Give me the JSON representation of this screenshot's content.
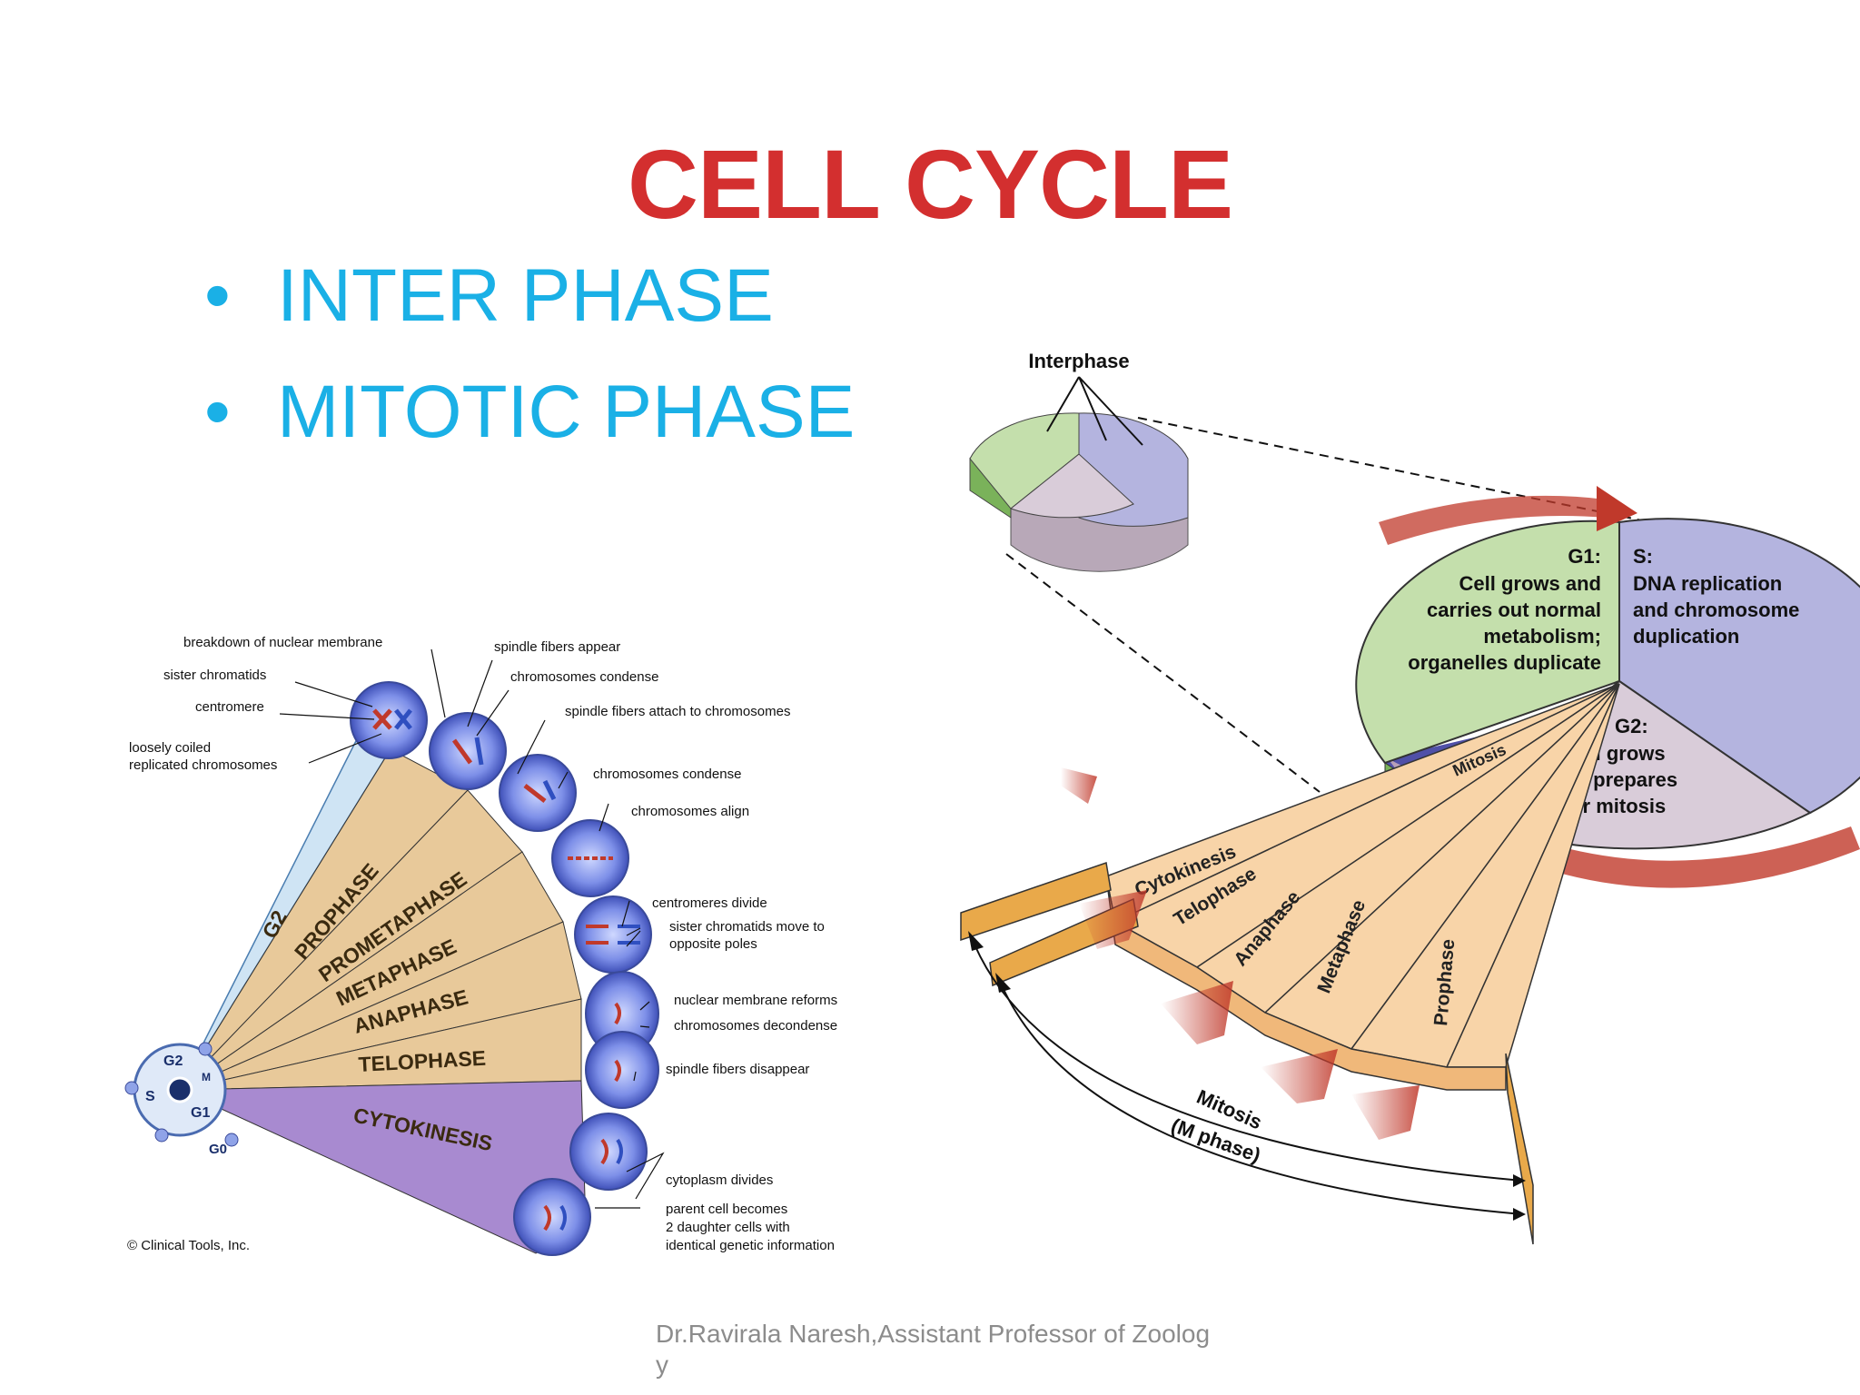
{
  "slide": {
    "title": "CELL CYCLE",
    "title_color": "#d32f2f",
    "bullet_color": "#1ab0e6",
    "bullets": [
      "INTER PHASE",
      "MITOTIC PHASE"
    ],
    "footer": "Dr.Ravirala Naresh,Assistant Professor of Zoology"
  },
  "left_diagram": {
    "annotations": {
      "breakdown": "breakdown of nuclear membrane",
      "sister": "sister chromatids",
      "centromere": "centromere",
      "loosely1": "loosely coiled",
      "loosely2": "replicated chromosomes",
      "spindle_appear": "spindle fibers appear",
      "condense1": "chromosomes condense",
      "attach": "spindle fibers attach to chromosomes",
      "condense2": "chromosomes condense",
      "align": "chromosomes align",
      "centromeres_divide": "centromeres divide",
      "move1": "sister chromatids move to",
      "move2": "opposite poles",
      "reforms": "nuclear membrane reforms",
      "decondense": "chromosomes decondense",
      "disappear": "spindle fibers disappear",
      "cyto_divides": "cytoplasm divides",
      "parent1": "parent cell becomes",
      "parent2": "2 daughter cells with",
      "parent3": "identical genetic information",
      "copyright": "© Clinical Tools, Inc."
    },
    "phases": {
      "g2": "G2",
      "prophase": "PROPHASE",
      "prometaphase": "PROMETAPHASE",
      "metaphase": "METAPHASE",
      "anaphase": "ANAPHASE",
      "telophase": "TELOPHASE",
      "cytokinesis": "CYTOKINESIS"
    },
    "cycle_labels": {
      "g2": "G2",
      "s": "S",
      "g1": "G1",
      "g0": "G0",
      "m": "M"
    }
  },
  "right_diagram": {
    "interphase": "Interphase",
    "g1_head": "G1:",
    "g1_lines": [
      "Cell grows and",
      "carries out normal",
      "metabolism;",
      "organelles duplicate"
    ],
    "s_head": "S:",
    "s_lines": [
      "DNA replication",
      "and chromosome",
      "duplication"
    ],
    "g2_head": "G2:",
    "g2_lines": [
      "Cell grows",
      "and prepares",
      "for mitosis"
    ],
    "mitosis": "Mitosis",
    "wedges": [
      "Cytokinesis",
      "Telophase",
      "Anaphase",
      "Metaphase",
      "Prophase"
    ],
    "mphase1": "Mitosis",
    "mphase2": "(M phase)",
    "colors": {
      "g1": "#c4dfac",
      "s": "#b4b4df",
      "g2": "#d9ccd9",
      "wedge": "#f8d4a8",
      "arrow": "#c0392b"
    }
  }
}
